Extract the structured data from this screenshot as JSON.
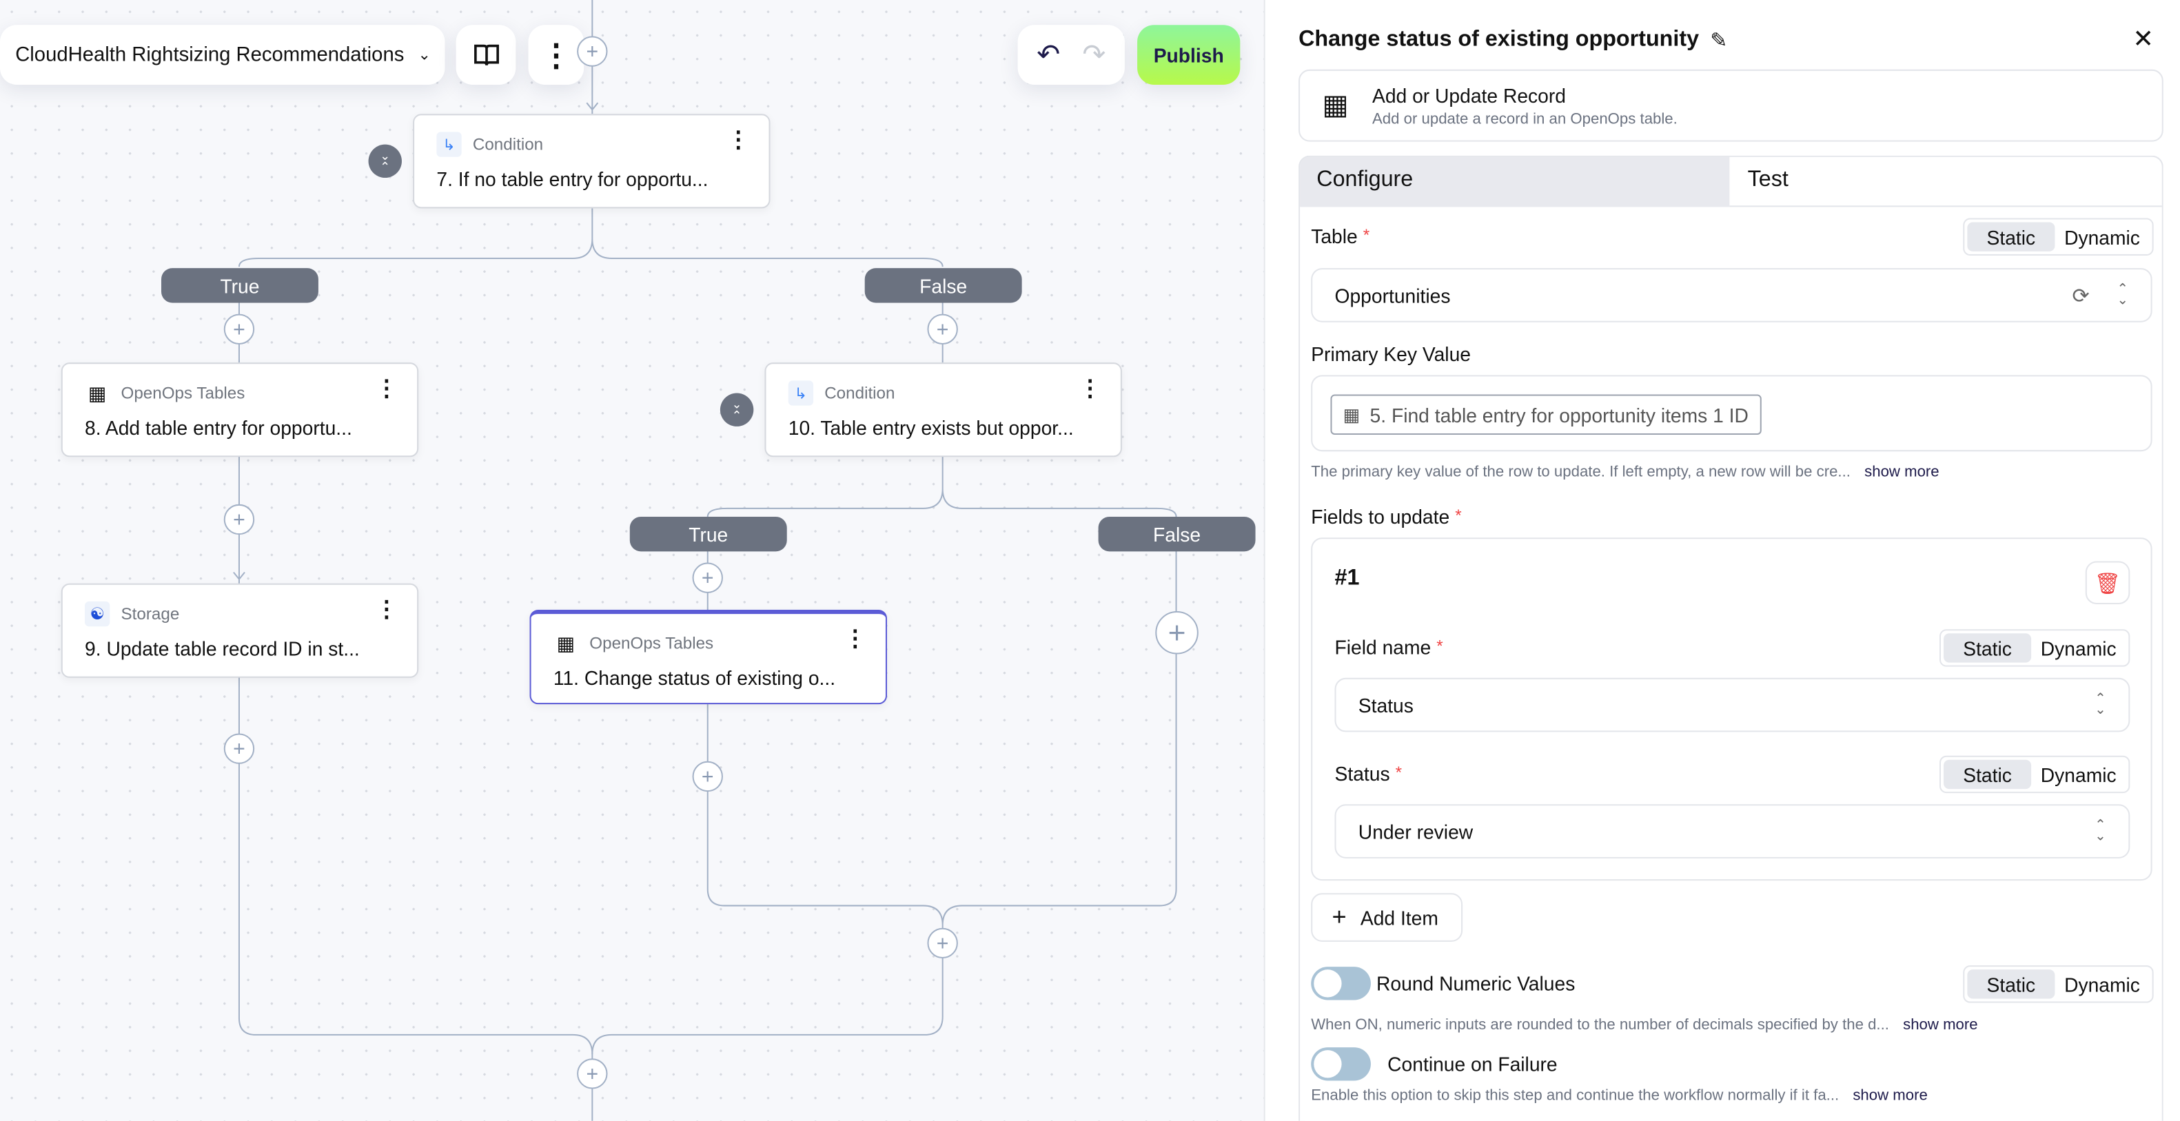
{
  "toolbar": {
    "flow_title": "CloudHealth Rightsizing Recommendations",
    "publish_label": "Publish",
    "publish_gradient": [
      "#8ef59b",
      "#b7f94a"
    ]
  },
  "flow": {
    "nodes": [
      {
        "id": "n7",
        "kind": "Condition",
        "icon": "condition-branch-icon",
        "title": "7. If no table entry for opportu..."
      },
      {
        "id": "n8",
        "kind": "OpenOps Tables",
        "icon": "table-icon",
        "title": "8. Add table entry for opportu..."
      },
      {
        "id": "n10",
        "kind": "Condition",
        "icon": "condition-branch-icon",
        "title": "10. Table entry exists but oppor..."
      },
      {
        "id": "n9",
        "kind": "Storage",
        "icon": "database-icon",
        "title": "9. Update table record ID in st..."
      },
      {
        "id": "n11",
        "kind": "OpenOps Tables",
        "icon": "table-icon",
        "title": "11. Change status of existing o...",
        "selected": true
      }
    ],
    "branch_labels": {
      "true": "True",
      "false": "False"
    },
    "selected_color": "#5b5bd6"
  },
  "panel": {
    "title": "Change status of existing opportunity",
    "action": {
      "name": "Add or Update Record",
      "description": "Add or update a record in an OpenOps table."
    },
    "tabs": [
      {
        "label": "Configure",
        "active": true
      },
      {
        "label": "Test",
        "active": false
      }
    ],
    "mode": {
      "static": "Static",
      "dynamic": "Dynamic"
    },
    "table": {
      "label": "Table",
      "value": "Opportunities"
    },
    "primary_key": {
      "label": "Primary Key Value",
      "chip": "5. Find table entry for opportunity items 1 ID",
      "help": "The primary key value of the row to update. If left empty, a new row will be cre...",
      "show_more": "show more"
    },
    "fields": {
      "label": "Fields to update",
      "item_title": "#1",
      "field_name": {
        "label": "Field name",
        "value": "Status"
      },
      "status": {
        "label": "Status",
        "value": "Under review"
      },
      "add_item": "Add Item"
    },
    "round": {
      "label": "Round Numeric Values",
      "on": false,
      "help": "When ON, numeric inputs are rounded to the number of decimals specified by the d...",
      "show_more": "show more"
    },
    "continue": {
      "label": "Continue on Failure",
      "on": false,
      "help": "Enable this option to skip this step and continue the workflow normally if it fa...",
      "show_more": "show more"
    }
  }
}
